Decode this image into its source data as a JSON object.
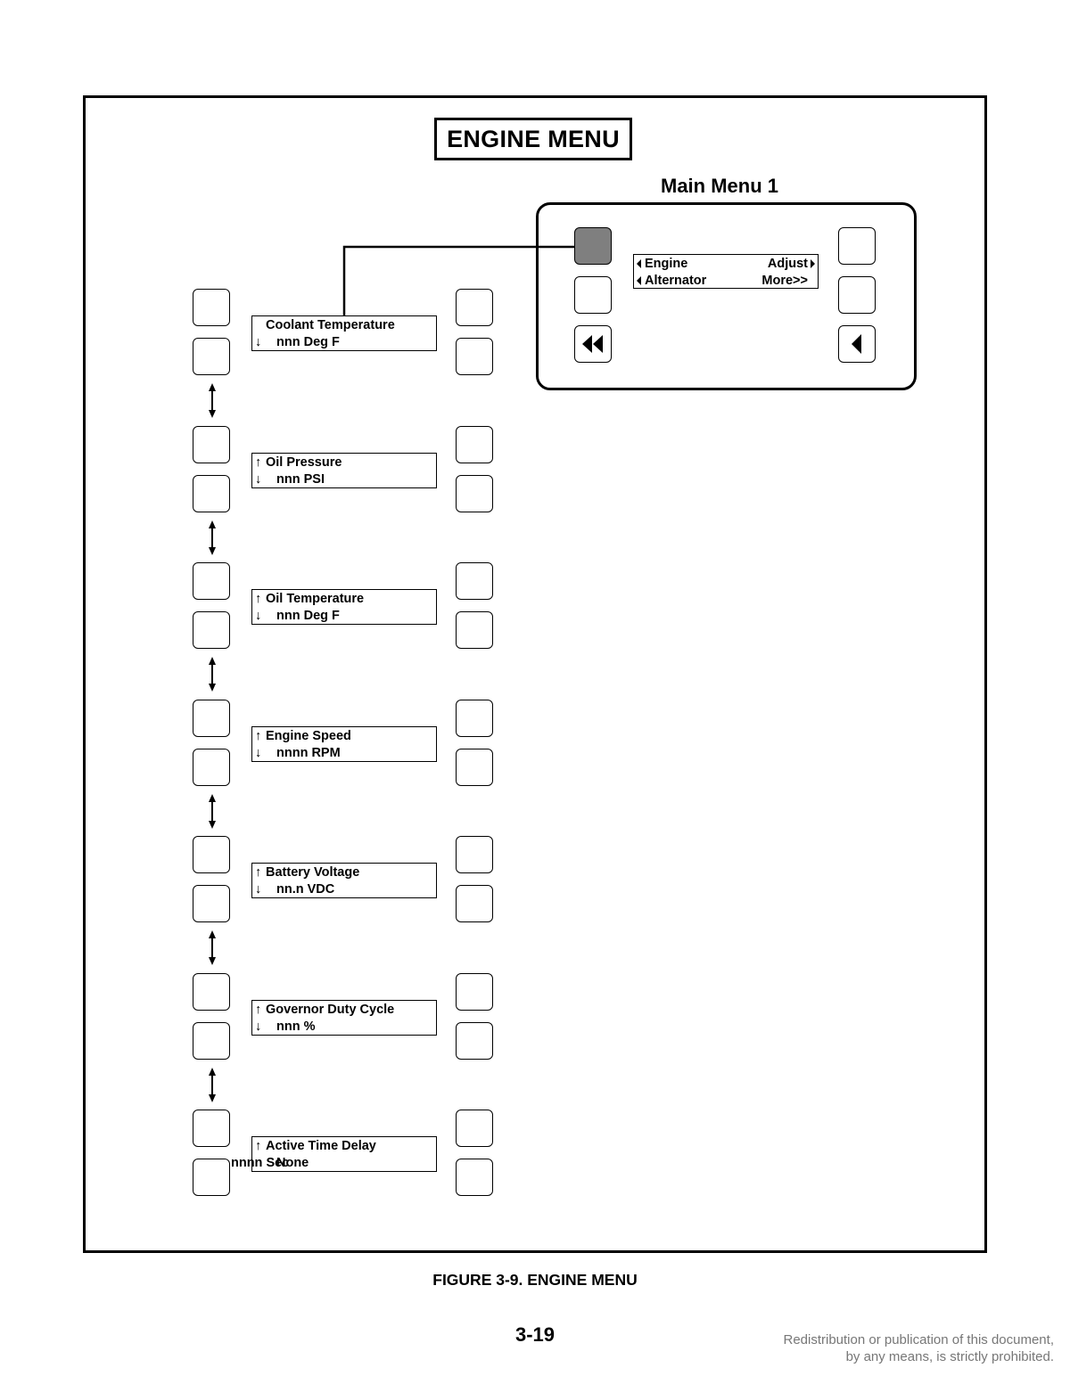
{
  "title": "ENGINE MENU",
  "main_menu": {
    "label": "Main Menu 1",
    "display": {
      "row1_left": "Engine",
      "row1_right": "Adjust",
      "row2_left": "Alternator",
      "row2_right": "More>>"
    }
  },
  "screens": [
    {
      "line1": "Coolant Temperature",
      "line2": "nnn Deg F",
      "up_arrow": "",
      "down_arrow": "↓"
    },
    {
      "line1": "Oil Pressure",
      "line2": "nnn PSI",
      "up_arrow": "↑",
      "down_arrow": "↓"
    },
    {
      "line1": "Oil Temperature",
      "line2": "nnn Deg F",
      "up_arrow": "↑",
      "down_arrow": "↓"
    },
    {
      "line1": "Engine Speed",
      "line2": "nnnn RPM",
      "up_arrow": "↑",
      "down_arrow": "↓"
    },
    {
      "line1": "Battery Voltage",
      "line2": "nn.n VDC",
      "up_arrow": "↑",
      "down_arrow": "↓"
    },
    {
      "line1": "Governor Duty Cycle",
      "line2": "nnn %",
      "up_arrow": "↑",
      "down_arrow": "↓"
    },
    {
      "line1": "Active Time Delay",
      "line2": "None",
      "line2_right": "nnnn Sec",
      "up_arrow": "↑",
      "down_arrow": ""
    }
  ],
  "caption": "FIGURE 3-9. ENGINE MENU",
  "page_number": "3-19",
  "notice": {
    "line1": "Redistribution or publication of this document,",
    "line2": "by any means, is strictly prohibited."
  },
  "colors": {
    "pressed_button": "#7f7f7f",
    "notice_text": "#777777"
  }
}
